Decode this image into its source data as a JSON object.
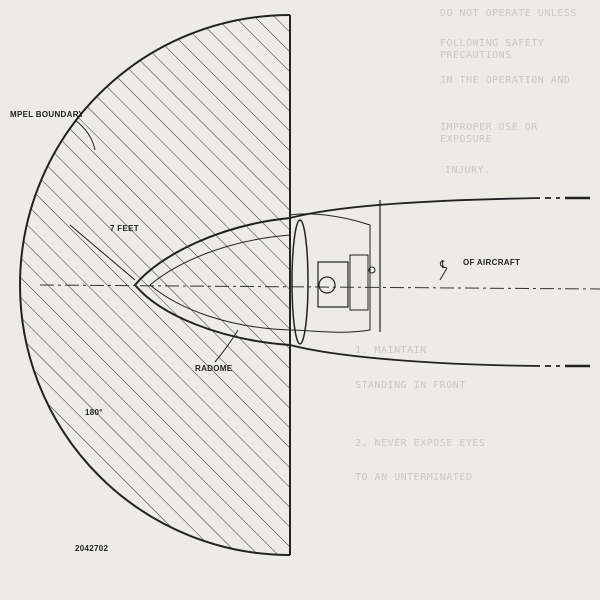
{
  "labels": {
    "boundary": "MPEL BOUNDARY",
    "distance": "7 FEET",
    "centerline": "OF AIRCRAFT",
    "radome": "RADOME",
    "angle": "180°",
    "figure_number": "2042702"
  },
  "bleed_text": [
    "DO NOT OPERATE UNLESS",
    "FOLLOWING SAFETY PRECAUTIONS",
    "IN THE OPERATION AND",
    "IMPROPER USE OR EXPOSURE",
    "INJURY.",
    "1.   MAINTAIN",
    "STANDING IN FRONT",
    "2.   NEVER EXPOSE EYES",
    "TO AN UNTERMINATED"
  ],
  "colors": {
    "paper": "#ecebe6",
    "ink": "#222222"
  }
}
